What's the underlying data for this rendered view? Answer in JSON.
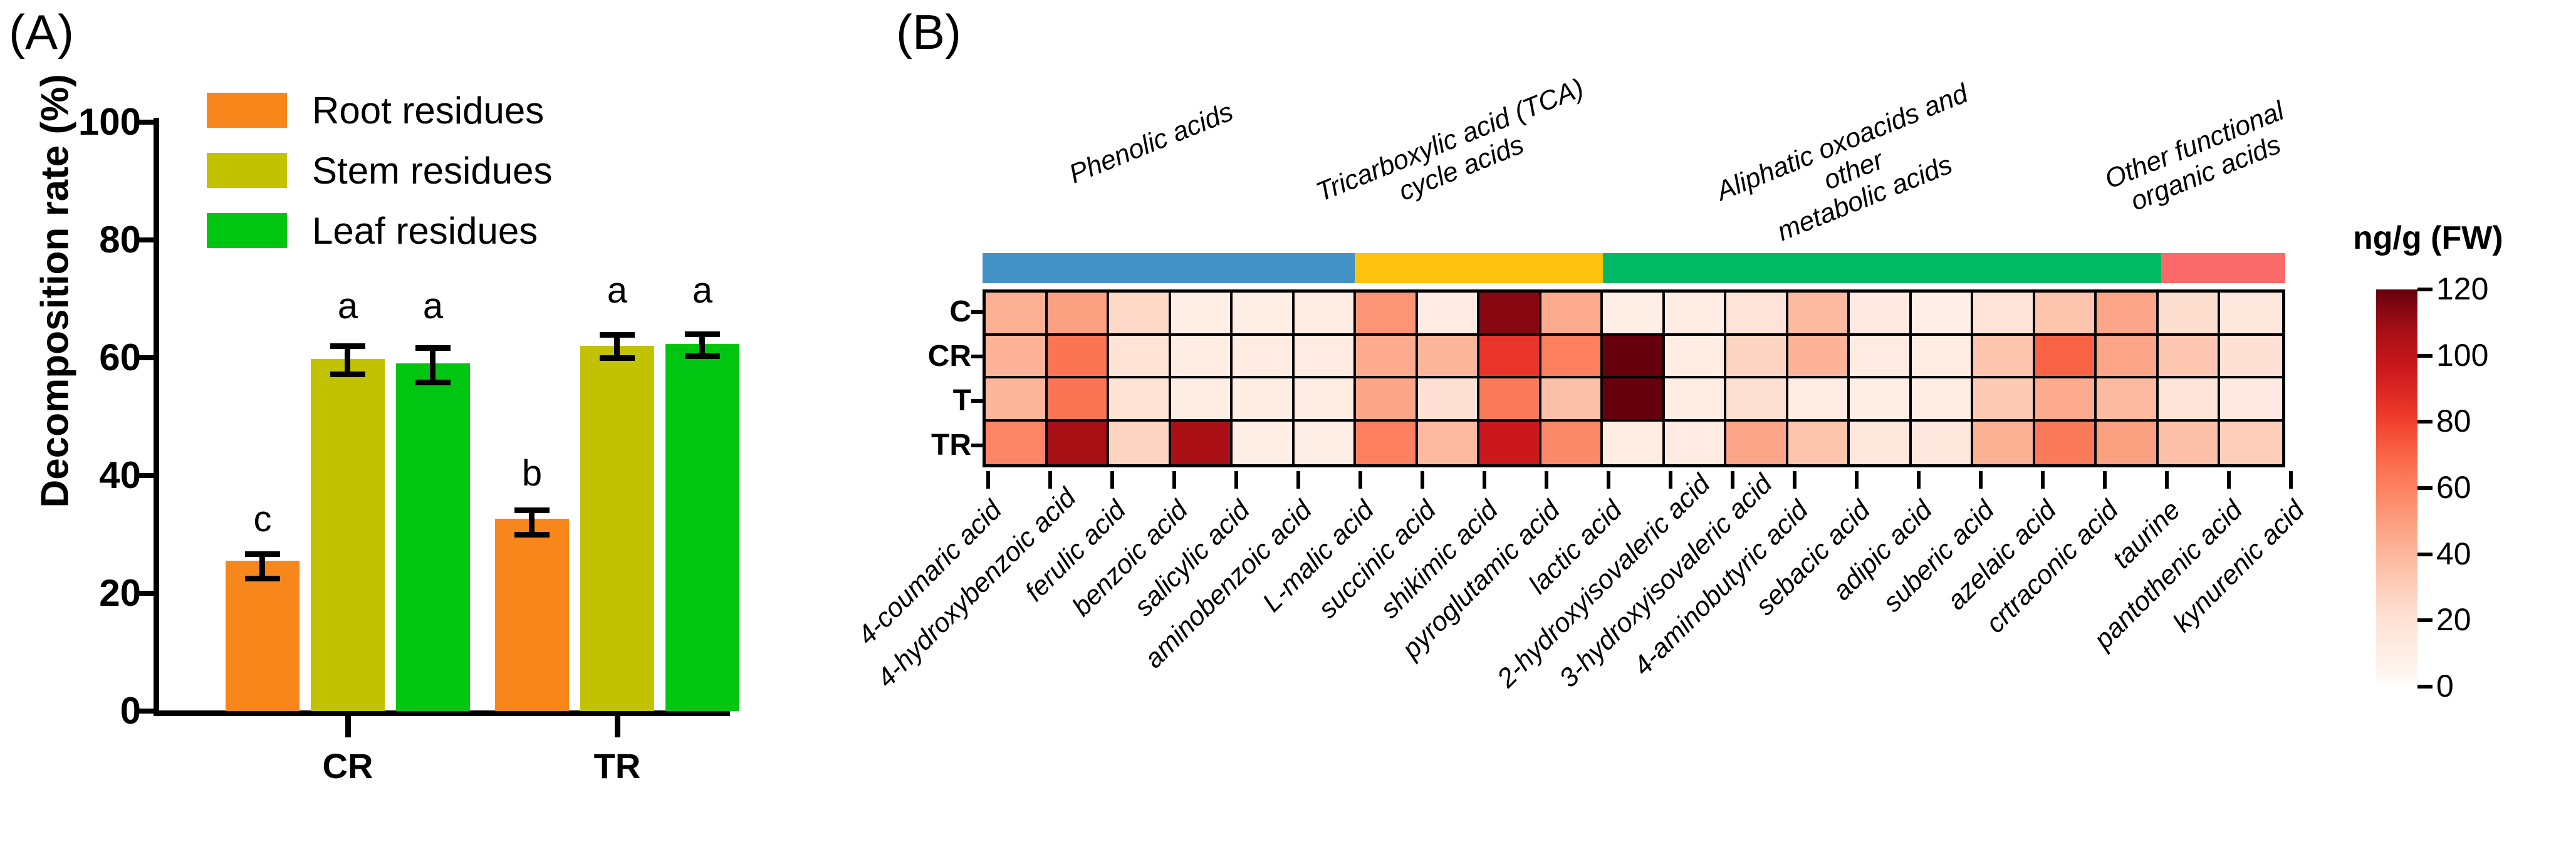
{
  "figure": {
    "panel_a_label": "(A)",
    "panel_b_label": "(B)"
  },
  "chart_data": [
    {
      "type": "bar",
      "id": "panel-a-decomposition",
      "title": "",
      "xlabel": "",
      "ylabel": "Decomposition rate (%)",
      "ylim": [
        0,
        100
      ],
      "yticks": [
        0,
        20,
        40,
        60,
        80,
        100
      ],
      "ytick_labels": [
        "0",
        "20",
        "40",
        "60",
        "80",
        "100"
      ],
      "grid": false,
      "legend_position": "top-left",
      "categories": [
        "CR",
        "TR"
      ],
      "series": [
        {
          "name": "Root residues",
          "color": "#F7861B",
          "values": [
            25.5,
            32.7
          ],
          "errors": [
            1.6,
            1.7
          ],
          "letters": [
            "c",
            "b"
          ]
        },
        {
          "name": "Stem residues",
          "color": "#C2C200",
          "values": [
            59.8,
            62.0
          ],
          "errors": [
            2.6,
            2.2
          ],
          "letters": [
            "a",
            "a"
          ]
        },
        {
          "name": "Leaf residues",
          "color": "#00C612",
          "values": [
            59.0,
            62.3
          ],
          "errors": [
            3.2,
            1.9
          ],
          "letters": [
            "a",
            "a"
          ]
        }
      ]
    },
    {
      "type": "heatmap",
      "id": "panel-b-organic-acids",
      "title": "",
      "colorbar_title": "ng/g (FW)",
      "colorbar_range": [
        0,
        120
      ],
      "colorbar_ticks": [
        0,
        20,
        40,
        60,
        80,
        100,
        120
      ],
      "colorbar_tick_labels": [
        "0",
        "20",
        "40",
        "60",
        "80",
        "100",
        "120"
      ],
      "colormap": "Reds",
      "rows": [
        "C",
        "CR",
        "T",
        "TR"
      ],
      "columns": [
        "4-coumaric acid",
        "4-hydroxybenzoic acid",
        "ferulic acid",
        "benzoic acid",
        "salicylic acid",
        "aminobenzoic acid",
        "L-malic acid",
        "succinic acid",
        "shikimic acid",
        "pyroglutamic acid",
        "lactic acid",
        "2-hydroxyisovaleric acid",
        "3-hydroxyisovaleric acid",
        "4-aminobutyric acid",
        "sebacic acid",
        "adipic acid",
        "suberic acid",
        "azelaic acid",
        "crtraconic acid",
        "taurine",
        "pantothenic acid",
        "kynurenic acid"
      ],
      "column_groups": [
        {
          "label": "Phenolic acids",
          "color": "#4292C6",
          "span": 6
        },
        {
          "label": "Tricarboxylic acid (TCA)\ncycle acids",
          "color": "#FFC20E",
          "span": 4
        },
        {
          "label": "Aliphatic oxoacids and other\nmetabolic acids",
          "color": "#00B964",
          "span": 9
        },
        {
          "label": "Other functional\norganic acids",
          "color": "#FA6A6A",
          "span": 2
        }
      ],
      "values": [
        [
          34,
          40,
          18,
          5,
          5,
          6,
          44,
          7,
          112,
          36,
          5,
          6,
          12,
          30,
          8,
          4,
          12,
          26,
          38,
          16,
          9,
          6
        ],
        [
          33,
          56,
          13,
          6,
          7,
          7,
          36,
          32,
          78,
          52,
          124,
          6,
          20,
          33,
          7,
          6,
          26,
          62,
          38,
          25,
          14,
          7
        ],
        [
          32,
          56,
          13,
          6,
          6,
          6,
          38,
          14,
          54,
          28,
          126,
          6,
          15,
          6,
          5,
          6,
          24,
          36,
          30,
          12,
          8,
          6
        ],
        [
          50,
          104,
          20,
          103,
          5,
          5,
          52,
          30,
          90,
          48,
          6,
          7,
          38,
          26,
          10,
          9,
          34,
          54,
          40,
          28,
          22,
          7
        ]
      ]
    }
  ]
}
